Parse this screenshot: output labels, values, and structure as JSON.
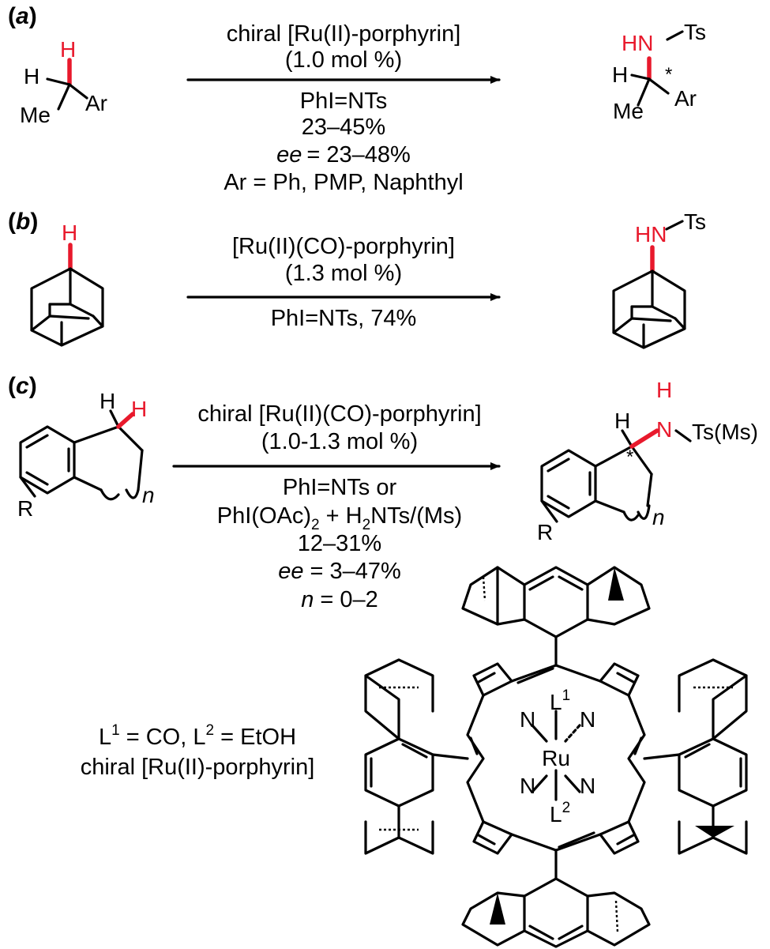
{
  "panel_a": {
    "label": "a",
    "conditions_above": [
      "chiral [Ru(II)-porphyrin]",
      "(1.0 mol %)"
    ],
    "conditions_below": [
      "PhI=NTs",
      "23–45%",
      "= 23–48%",
      "Ar = Ph, PMP, Naphthyl"
    ],
    "ee_label": "ee",
    "reactant": {
      "h_top": "H",
      "h_left": "H",
      "me": "Me",
      "ar": "Ar"
    },
    "product": {
      "hn": "HN",
      "ts": "Ts",
      "h": "H",
      "star": "*",
      "me": "Me",
      "ar": "Ar"
    }
  },
  "panel_b": {
    "label": "b",
    "conditions_above": [
      "[Ru(II)(CO)-porphyrin]",
      "(1.3 mol %)"
    ],
    "conditions_below": [
      "PhI=NTs, 74%"
    ],
    "reactant": {
      "h": "H"
    },
    "product": {
      "hn": "HN",
      "ts": "Ts"
    }
  },
  "panel_c": {
    "label": "c",
    "conditions_above": [
      "chiral [Ru(II)(CO)-porphyrin]",
      "(1.0-1.3 mol %)"
    ],
    "line_phi": "PhI=NTs or",
    "line_oac": {
      "a": "PhI(OAc)",
      "sub1": "2",
      "b": " + H",
      "sub2": "2",
      "c": "NTs/(Ms)"
    },
    "yield": "12–31%",
    "ee_label": "ee",
    "ee_value": " = 3–47%",
    "n_label": "n",
    "n_value": " = 0–2",
    "reactant": {
      "h1": "H",
      "h2": "H",
      "r": "R",
      "n": "n"
    },
    "product": {
      "h": "H",
      "nh_h": "H",
      "n": "N",
      "ts": "Ts(Ms)",
      "star": "*",
      "r": "R",
      "nn": "n"
    }
  },
  "legend": {
    "l": "L",
    "sup1": "1",
    "mid": " = CO, L",
    "sup2": "2",
    "end": " = EtOH",
    "name": "chiral [Ru(II)-porphyrin]"
  },
  "porphyrin": {
    "metal": "Ru",
    "n1": "N",
    "n2": "N",
    "n3": "N",
    "n4": "N",
    "l1": "L",
    "l1_sup": "1",
    "l2": "L",
    "l2_sup": "2"
  },
  "colors": {
    "highlight": "#e8192c",
    "ink": "#000000",
    "background": "#ffffff"
  }
}
